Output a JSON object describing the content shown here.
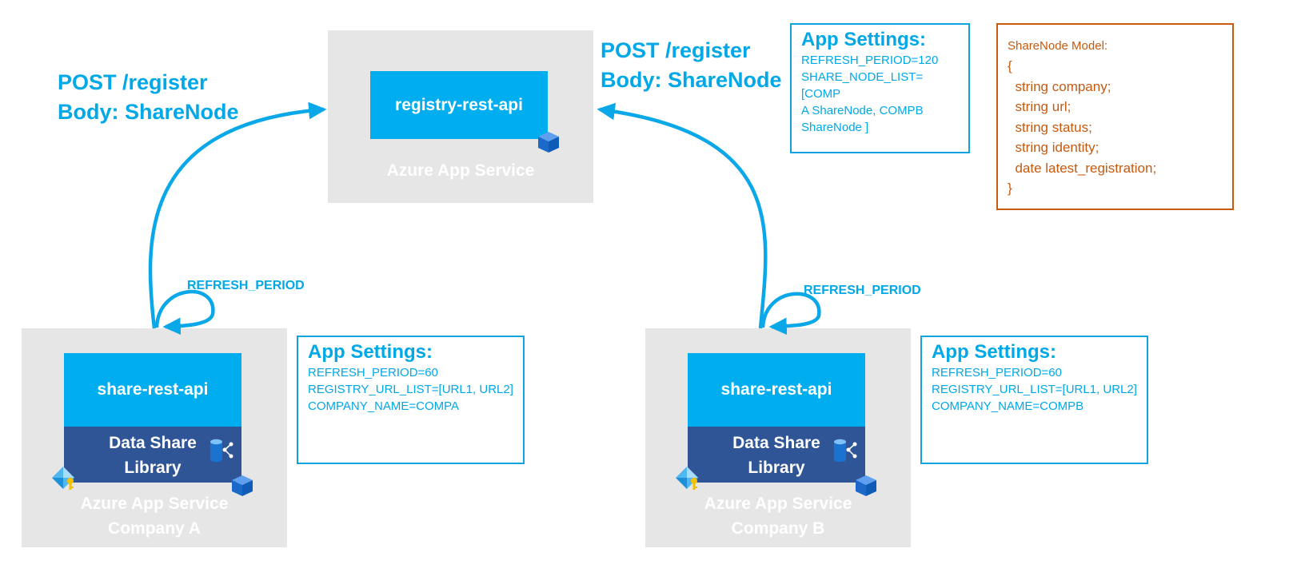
{
  "registry": {
    "api_label": "registry-rest-api",
    "service_label": "Azure App Service"
  },
  "left_post": {
    "line1": "POST /register",
    "line2": "Body: ShareNode"
  },
  "right_post": {
    "line1": "POST /register",
    "line2": "Body: ShareNode"
  },
  "registry_settings": {
    "title": "App Settings:",
    "lines": [
      "REFRESH_PERIOD=120",
      "SHARE_NODE_LIST=[COMP",
      "A ShareNode, COMPB",
      "ShareNode ]"
    ]
  },
  "model": {
    "title": "ShareNode Model:",
    "lines": [
      "{",
      "  string company;",
      "  string url;",
      "  string status;",
      "  string identity;",
      "  date latest_registration;",
      "}"
    ]
  },
  "company_a": {
    "loop_label": "REFRESH_PERIOD",
    "api_label": "share-rest-api",
    "library_line1": "Data Share",
    "library_line2": "Library",
    "service_line1": "Azure App Service",
    "service_line2": "Company A",
    "settings": {
      "title": "App Settings:",
      "lines": [
        "REFRESH_PERIOD=60",
        "REGISTRY_URL_LIST=[URL1, URL2]",
        "COMPANY_NAME=COMPA"
      ]
    }
  },
  "company_b": {
    "loop_label": "REFRESH_PERIOD",
    "api_label": "share-rest-api",
    "library_line1": "Data Share",
    "library_line2": "Library",
    "service_line1": "Azure App Service",
    "service_line2": "Company B",
    "settings": {
      "title": "App Settings:",
      "lines": [
        "REFRESH_PERIOD=60",
        "REGISTRY_URL_LIST=[URL1, URL2]",
        "COMPANY_NAME=COMPB"
      ]
    }
  },
  "colors": {
    "arrow": "#0aa8e8",
    "api_blue": "#00aeef",
    "library_navy": "#2f5597",
    "service_gray": "#e6e6e6",
    "model_orange": "#c55a11"
  },
  "icons": [
    "app-service-cube-icon",
    "data-share-icon",
    "key-vault-icon"
  ]
}
